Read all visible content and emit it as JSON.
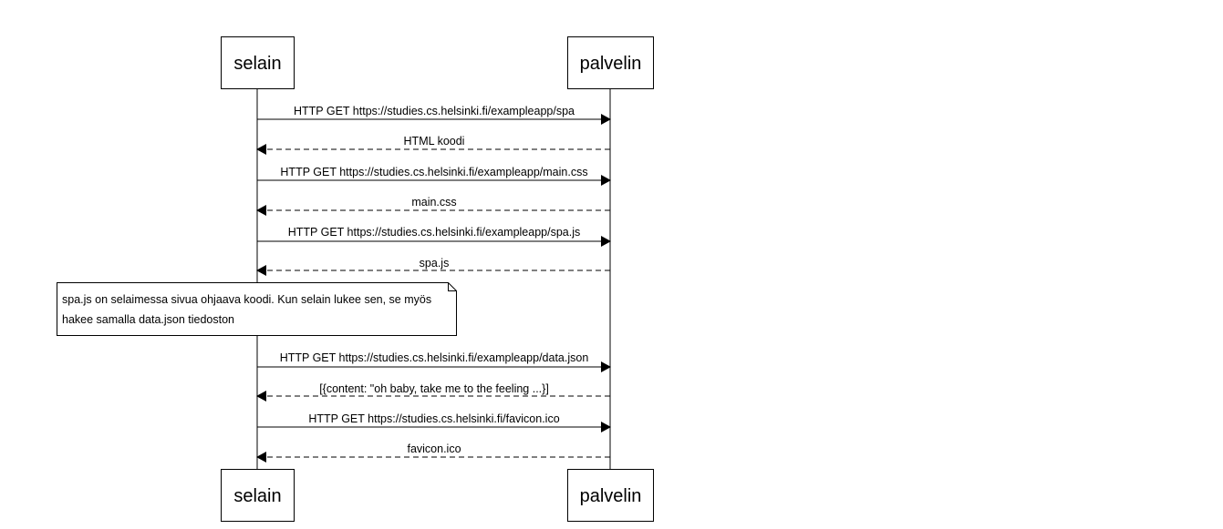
{
  "participants": [
    {
      "id": "selain",
      "label": "selain"
    },
    {
      "id": "palvelin",
      "label": "palvelin"
    }
  ],
  "messages": [
    {
      "from": "selain",
      "to": "palvelin",
      "label": "HTTP GET https://studies.cs.helsinki.fi/exampleapp/spa",
      "style": "solid"
    },
    {
      "from": "palvelin",
      "to": "selain",
      "label": "HTML koodi",
      "style": "dashed"
    },
    {
      "from": "selain",
      "to": "palvelin",
      "label": "HTTP GET https://studies.cs.helsinki.fi/exampleapp/main.css",
      "style": "solid"
    },
    {
      "from": "palvelin",
      "to": "selain",
      "label": "main.css",
      "style": "dashed"
    },
    {
      "from": "selain",
      "to": "palvelin",
      "label": "HTTP GET https://studies.cs.helsinki.fi/exampleapp/spa.js",
      "style": "solid"
    },
    {
      "from": "palvelin",
      "to": "selain",
      "label": "spa.js",
      "style": "dashed"
    },
    {
      "from": "selain",
      "to": "palvelin",
      "label": "HTTP GET https://studies.cs.helsinki.fi/exampleapp/data.json",
      "style": "solid"
    },
    {
      "from": "palvelin",
      "to": "selain",
      "label": "[{content: \"oh baby, take me to the feeling ...}]",
      "style": "dashed"
    },
    {
      "from": "selain",
      "to": "palvelin",
      "label": "HTTP GET https://studies.cs.helsinki.fi/favicon.ico",
      "style": "solid"
    },
    {
      "from": "palvelin",
      "to": "selain",
      "label": "favicon.ico",
      "style": "dashed"
    }
  ],
  "note": {
    "participant": "selain",
    "lines": [
      "spa.js on selaimessa sivua ohjaava koodi. Kun selain lukee sen, se myös",
      "hakee samalla data.json tiedoston"
    ]
  }
}
